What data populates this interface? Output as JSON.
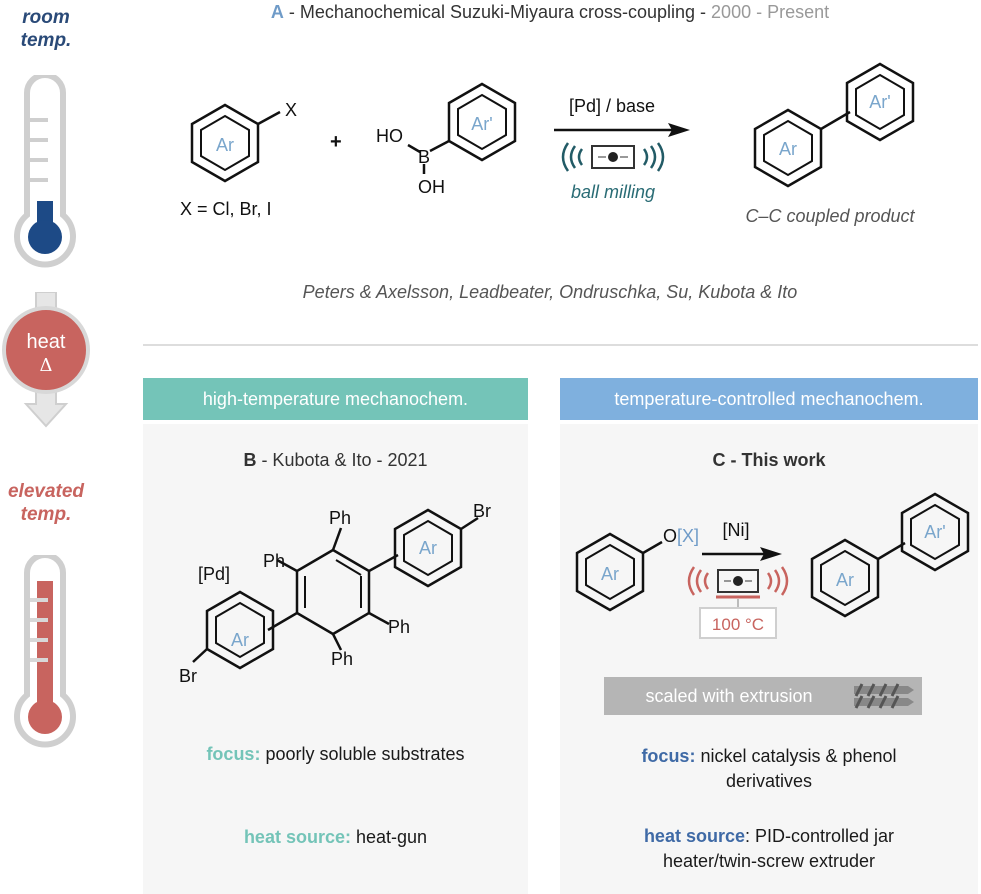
{
  "side": {
    "room_l1": "room",
    "room_l2": "temp.",
    "heat": "heat",
    "delta": "Δ",
    "elev_l1": "elevated",
    "elev_l2": "temp."
  },
  "sectionA": {
    "letter": "A",
    "title": " - Mechanochemical Suzuki-Miyaura cross-coupling - ",
    "years": "2000 - Present",
    "ar": "Ar",
    "ar_prime": "Ar'",
    "x": "X",
    "plus": "+",
    "x_def": "X = Cl, Br, I",
    "ho": "HO",
    "b": "B",
    "oh": "OH",
    "conditions": "[Pd] / base",
    "ball_milling": "ball milling",
    "product": "C–C coupled product",
    "refs": "Peters & Axelsson, Leadbeater, Ondruschka, Su, Kubota & Ito"
  },
  "sectionB": {
    "header": "high-temperature mechanochem.",
    "letter": "B",
    "title": " - Kubota & Ito - 2021",
    "pd": "[Pd]",
    "ph": "Ph",
    "br": "Br",
    "ar": "Ar",
    "focus_label": "focus:",
    "focus_text": " poorly soluble substrates",
    "heat_label": "heat source:",
    "heat_text": " heat-gun"
  },
  "sectionC": {
    "header": "temperature-controlled mechanochem.",
    "title": "C - This work",
    "o": "O",
    "ox": "[X]",
    "ni": "[Ni]",
    "ar": "Ar",
    "ar_prime": "Ar'",
    "temp": "100 °C",
    "scaled": "scaled with extrusion",
    "focus_label": "focus:",
    "focus_l1": " nickel catalysis & phenol",
    "focus_l2": "derivatives",
    "heat_label": "heat source",
    "heat_l1": ": PID-controlled jar",
    "heat_l2": "heater/twin-screw extruder"
  },
  "colors": {
    "blue_dark": "#1d4a86",
    "red_accent": "#c8645f",
    "teal_header": "#74c4b8",
    "blue_header": "#7fb0de",
    "ar_text": "#7aa6cc",
    "grey_text": "#888888"
  }
}
